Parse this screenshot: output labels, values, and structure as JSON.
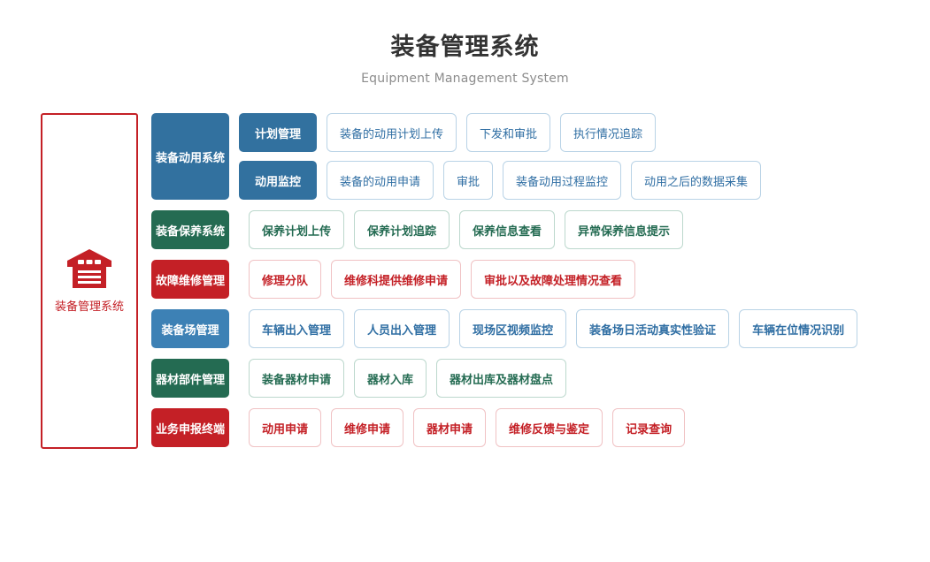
{
  "header": {
    "title": "装备管理系统",
    "subtitle": "Equipment Management System"
  },
  "root": {
    "icon": "warehouse-icon",
    "label": "装备管理系统",
    "color": "#c42026"
  },
  "colors": {
    "blue_dark": "#32719f",
    "blue": "#3d81b5",
    "green": "#246b52",
    "red": "#c42026"
  },
  "rows": [
    {
      "category": "装备动用系统",
      "style": "blue-dark",
      "groups": [
        {
          "node": "计划管理",
          "node_style": "blue-dark",
          "leaves": [
            "装备的动用计划上传",
            "下发和审批",
            "执行情况追踪"
          ],
          "leaf_style": "blue"
        },
        {
          "node": "动用监控",
          "node_style": "blue-dark",
          "leaves": [
            "装备的动用申请",
            "审批",
            "装备动用过程监控",
            "动用之后的数据采集"
          ],
          "leaf_style": "blue"
        }
      ]
    },
    {
      "category": "装备保养系统",
      "style": "green",
      "groups": [
        {
          "node": null,
          "leaves": [
            "保养计划上传",
            "保养计划追踪",
            "保养信息查看",
            "异常保养信息提示"
          ],
          "leaf_style": "green"
        }
      ]
    },
    {
      "category": "故障维修管理",
      "style": "red",
      "groups": [
        {
          "node": null,
          "leaves": [
            "修理分队",
            "维修科提供维修申请",
            "审批以及故障处理情况查看"
          ],
          "leaf_style": "red"
        }
      ]
    },
    {
      "category": "装备场管理",
      "style": "blue",
      "groups": [
        {
          "node": null,
          "leaves": [
            "车辆出入管理",
            "人员出入管理",
            "现场区视频监控",
            "装备场日活动真实性验证",
            "车辆在位情况识别"
          ],
          "leaf_style": "blue-bold"
        }
      ]
    },
    {
      "category": "器材部件管理",
      "style": "green",
      "groups": [
        {
          "node": null,
          "leaves": [
            "装备器材申请",
            "器材入库",
            "器材出库及器材盘点"
          ],
          "leaf_style": "green"
        }
      ]
    },
    {
      "category": "业务申报终端",
      "style": "red",
      "groups": [
        {
          "node": null,
          "leaves": [
            "动用申请",
            "维修申请",
            "器材申请",
            "维修反馈与鉴定",
            "记录查询"
          ],
          "leaf_style": "red"
        }
      ]
    }
  ]
}
